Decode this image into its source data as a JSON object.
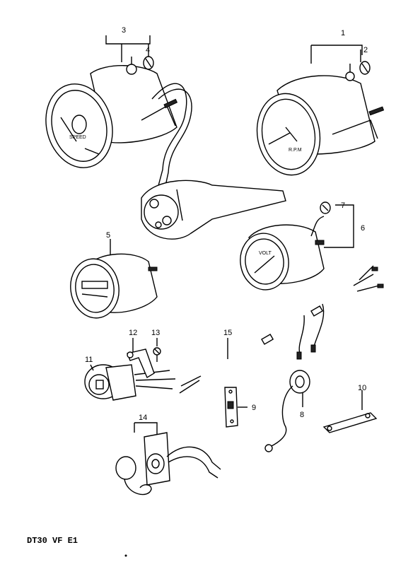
{
  "caption": "DT30 VF E1",
  "callouts": [
    {
      "id": "c1",
      "label": "1"
    },
    {
      "id": "c2",
      "label": "2"
    },
    {
      "id": "c3",
      "label": "3"
    },
    {
      "id": "c4",
      "label": "4"
    },
    {
      "id": "c5",
      "label": "5"
    },
    {
      "id": "c6",
      "label": "6"
    },
    {
      "id": "c7",
      "label": "7"
    },
    {
      "id": "c8",
      "label": "8"
    },
    {
      "id": "c9",
      "label": "9"
    },
    {
      "id": "c10",
      "label": "10"
    },
    {
      "id": "c11",
      "label": "11"
    },
    {
      "id": "c12",
      "label": "12"
    },
    {
      "id": "c13",
      "label": "13"
    },
    {
      "id": "c14",
      "label": "14"
    },
    {
      "id": "c15",
      "label": "15"
    }
  ],
  "dial_text": {
    "speedo": "SPEED",
    "tacho": "R.P.M",
    "volt": "VOLT"
  }
}
